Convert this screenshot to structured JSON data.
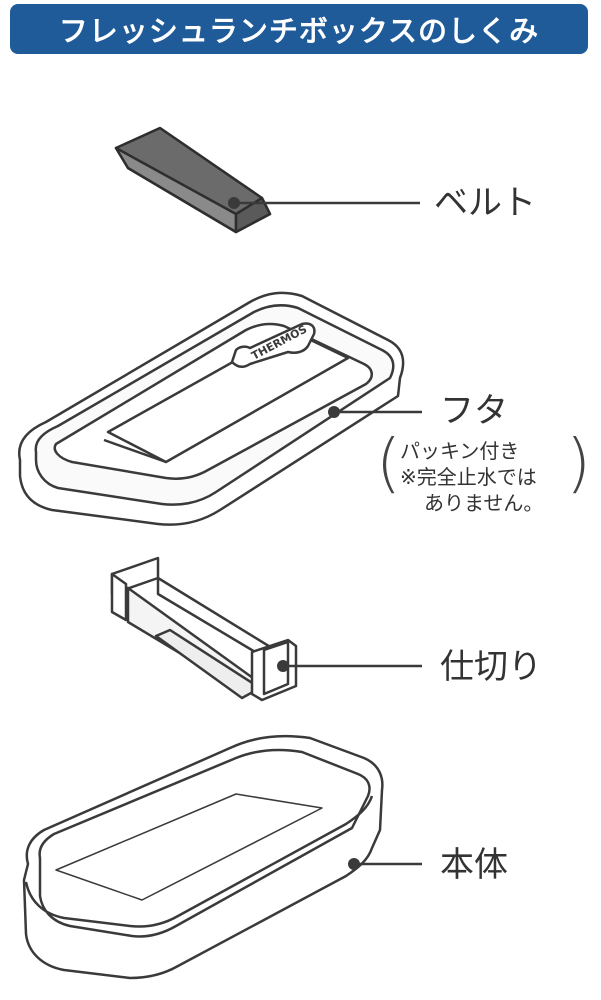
{
  "title": "フレッシュランチボックスのしくみ",
  "logo_text": "THERMOS",
  "parts": [
    {
      "id": "belt",
      "label": "ベルト"
    },
    {
      "id": "lid",
      "label": "フタ",
      "note": [
        "パッキン付き",
        "※完全止水では",
        "ありません。"
      ]
    },
    {
      "id": "divider",
      "label": "仕切り"
    },
    {
      "id": "body",
      "label": "本体"
    }
  ],
  "colors": {
    "title_bg": "#1f5a99",
    "title_text": "#ffffff",
    "line": "#3a3a3a",
    "belt_fill": "#6b6b6b",
    "outline": "#3a3a3a"
  }
}
